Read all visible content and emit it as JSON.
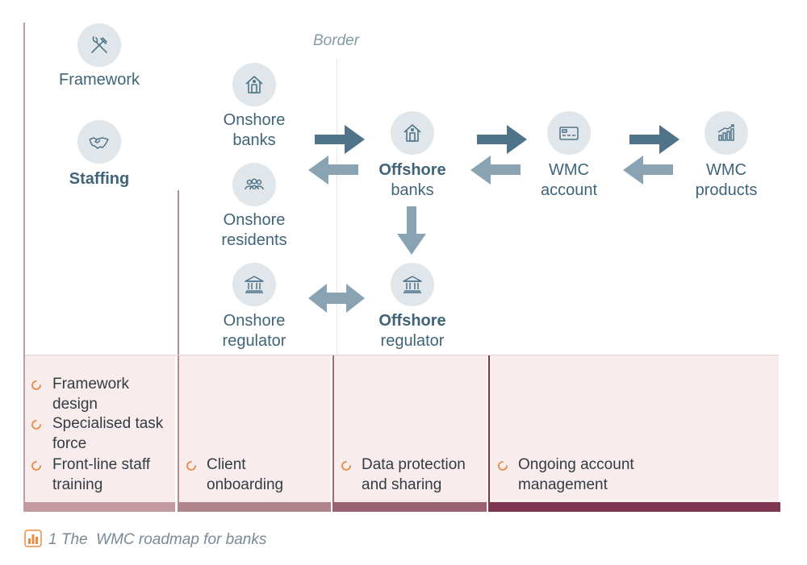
{
  "border_label": "Border",
  "nodes": {
    "framework": "Framework",
    "staffing": "Staffing",
    "onshore_banks": [
      "Onshore",
      "banks"
    ],
    "onshore_residents": [
      "Onshore",
      "residents"
    ],
    "onshore_regulator": [
      "Onshore",
      "regulator"
    ],
    "offshore_banks": [
      "Offshore",
      "banks"
    ],
    "offshore_regulator": [
      "Offshore",
      "regulator"
    ],
    "wmc_account": [
      "WMC",
      "account"
    ],
    "wmc_products": [
      "WMC",
      "products"
    ]
  },
  "icons": {
    "framework": "tools-icon",
    "staffing": "handshake-icon",
    "onshore_banks": "bank-house-icon",
    "onshore_residents": "people-group-icon",
    "onshore_regulator": "government-building-icon",
    "offshore_banks": "bank-house-icon",
    "offshore_regulator": "government-building-icon",
    "wmc_account": "card-icon",
    "wmc_products": "growth-chart-icon"
  },
  "stages": [
    {
      "items": [
        [
          "Framework",
          "design"
        ],
        [
          "Specialised task",
          "force"
        ],
        [
          "Front-line staff",
          "training"
        ]
      ]
    },
    {
      "items": [
        [
          "Client",
          "onboarding"
        ]
      ]
    },
    {
      "items": [
        [
          "Data protection",
          "and sharing"
        ]
      ]
    },
    {
      "items": [
        [
          "Ongoing account",
          "management"
        ]
      ]
    }
  ],
  "caption": "1 The  WMC roadmap for banks",
  "colors": {
    "arrow_dark": "#4f7489",
    "arrow_light": "#8aa3b2",
    "label": "#3f6479",
    "panel": "#f8eced",
    "bar1": "#c39aa2",
    "bar2": "#b0848d",
    "bar3": "#9a6270",
    "bar4": "#7e3750",
    "bullet": "#e98a43"
  }
}
